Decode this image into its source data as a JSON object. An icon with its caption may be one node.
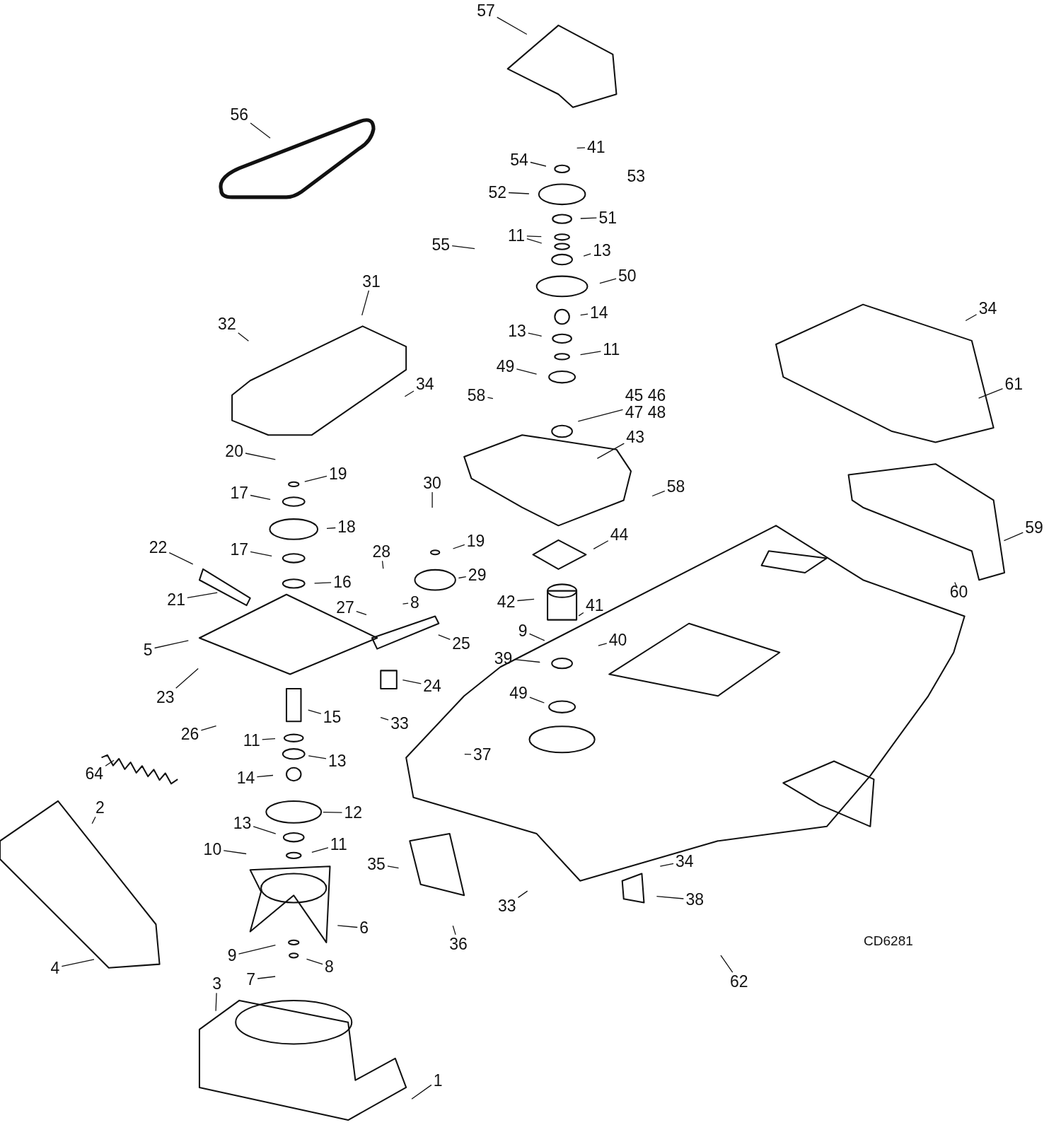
{
  "diagram": {
    "nodes": [
      {
        "text": [
          "57"
        ]
      },
      {
        "text": [
          "56"
        ]
      },
      {
        "text": [
          "41"
        ]
      },
      {
        "text": [
          "54"
        ]
      },
      {
        "text": [
          "53"
        ]
      },
      {
        "text": [
          "52"
        ]
      },
      {
        "text": [
          "51"
        ]
      },
      {
        "text": [
          "11"
        ]
      },
      {
        "text": [
          "55"
        ]
      },
      {
        "text": [
          "13"
        ]
      },
      {
        "text": [
          "50"
        ]
      },
      {
        "text": [
          "31"
        ]
      },
      {
        "text": [
          "14"
        ]
      },
      {
        "text": [
          "32"
        ]
      },
      {
        "text": [
          "13"
        ]
      },
      {
        "text": [
          "11"
        ]
      },
      {
        "text": [
          "34"
        ]
      },
      {
        "text": [
          "61"
        ]
      },
      {
        "text": [
          "49"
        ]
      },
      {
        "text": [
          "34"
        ]
      },
      {
        "text": [
          "58"
        ]
      },
      {
        "text": [
          "45 46 47 48"
        ]
      },
      {
        "text": [
          "43"
        ]
      },
      {
        "text": [
          "20"
        ]
      },
      {
        "text": [
          "19"
        ]
      },
      {
        "text": [
          "58"
        ]
      },
      {
        "text": [
          "17"
        ]
      },
      {
        "text": [
          "30"
        ]
      },
      {
        "text": [
          "18"
        ]
      },
      {
        "text": [
          "44"
        ]
      },
      {
        "text": [
          "59"
        ]
      },
      {
        "text": [
          "22"
        ]
      },
      {
        "text": [
          "17"
        ]
      },
      {
        "text": [
          "19"
        ]
      },
      {
        "text": [
          "28"
        ]
      },
      {
        "text": [
          "29"
        ]
      },
      {
        "text": [
          "60"
        ]
      },
      {
        "text": [
          "16"
        ]
      },
      {
        "text": [
          "42"
        ]
      },
      {
        "text": [
          "41"
        ]
      },
      {
        "text": [
          "21"
        ]
      },
      {
        "text": [
          "8"
        ]
      },
      {
        "text": [
          "27"
        ]
      },
      {
        "text": [
          "5"
        ]
      },
      {
        "text": [
          "25"
        ]
      },
      {
        "text": [
          "9"
        ]
      },
      {
        "text": [
          "40"
        ]
      },
      {
        "text": [
          "39"
        ]
      },
      {
        "text": [
          "23"
        ]
      },
      {
        "text": [
          "24"
        ]
      },
      {
        "text": [
          "49"
        ]
      },
      {
        "text": [
          "15"
        ]
      },
      {
        "text": [
          "26"
        ]
      },
      {
        "text": [
          "33"
        ]
      },
      {
        "text": [
          "11"
        ]
      },
      {
        "text": [
          "37"
        ]
      },
      {
        "text": [
          "13"
        ]
      },
      {
        "text": [
          "64"
        ]
      },
      {
        "text": [
          "14"
        ]
      },
      {
        "text": [
          "12"
        ]
      },
      {
        "text": [
          "2"
        ]
      },
      {
        "text": [
          "13"
        ]
      },
      {
        "text": [
          "10"
        ]
      },
      {
        "text": [
          "11"
        ]
      },
      {
        "text": [
          "35"
        ]
      },
      {
        "text": [
          "34"
        ]
      },
      {
        "text": [
          "38"
        ]
      },
      {
        "text": [
          "33"
        ]
      },
      {
        "text": [
          "6"
        ]
      },
      {
        "text": [
          "9"
        ]
      },
      {
        "text": [
          "36"
        ]
      },
      {
        "text": [
          "4"
        ]
      },
      {
        "text": [
          "8"
        ]
      },
      {
        "text": [
          "62"
        ]
      },
      {
        "text": [
          "7"
        ]
      },
      {
        "text": [
          "3"
        ]
      },
      {
        "text": [
          "1"
        ]
      }
    ],
    "edges": [
      {
        "from": 0,
        "to": null,
        "arrow": "none"
      },
      {
        "from": 1,
        "to": null,
        "arrow": "none"
      },
      {
        "from": 2,
        "to": null,
        "arrow": "none"
      },
      {
        "from": 3,
        "to": null,
        "arrow": "none"
      },
      {
        "from": 5,
        "to": null,
        "arrow": "none"
      },
      {
        "from": 6,
        "to": null,
        "arrow": "none"
      },
      {
        "from": 7,
        "to": null,
        "arrow": "none"
      },
      {
        "from": 7,
        "to": null,
        "arrow": "none"
      },
      {
        "from": 8,
        "to": null,
        "arrow": "none"
      },
      {
        "from": 9,
        "to": null,
        "arrow": "none"
      },
      {
        "from": 10,
        "to": null,
        "arrow": "none"
      },
      {
        "from": 11,
        "to": null,
        "arrow": "none"
      },
      {
        "from": 12,
        "to": null,
        "arrow": "none"
      },
      {
        "from": 13,
        "to": null,
        "arrow": "none"
      },
      {
        "from": 14,
        "to": null,
        "arrow": "none"
      },
      {
        "from": 15,
        "to": null,
        "arrow": "none"
      },
      {
        "from": 16,
        "to": null,
        "arrow": "none"
      },
      {
        "from": 17,
        "to": null,
        "arrow": "none"
      },
      {
        "from": 18,
        "to": null,
        "arrow": "none"
      },
      {
        "from": 19,
        "to": null,
        "arrow": "none"
      },
      {
        "from": 20,
        "to": null,
        "arrow": "none"
      },
      {
        "from": 21,
        "to": null,
        "arrow": "none"
      },
      {
        "from": 22,
        "to": null,
        "arrow": "none"
      },
      {
        "from": 23,
        "to": null,
        "arrow": "none"
      },
      {
        "from": 24,
        "to": null,
        "arrow": "none"
      },
      {
        "from": 25,
        "to": null,
        "arrow": "none"
      },
      {
        "from": 26,
        "to": null,
        "arrow": "none"
      },
      {
        "from": 27,
        "to": null,
        "arrow": "none"
      },
      {
        "from": 28,
        "to": null,
        "arrow": "none"
      },
      {
        "from": 29,
        "to": null,
        "arrow": "none"
      },
      {
        "from": 30,
        "to": null,
        "arrow": "none"
      },
      {
        "from": 31,
        "to": null,
        "arrow": "none"
      },
      {
        "from": 32,
        "to": null,
        "arrow": "none"
      },
      {
        "from": 33,
        "to": null,
        "arrow": "none"
      },
      {
        "from": 34,
        "to": null,
        "arrow": "none"
      },
      {
        "from": 35,
        "to": null,
        "arrow": "none"
      },
      {
        "from": 36,
        "to": null,
        "arrow": "none"
      },
      {
        "from": 37,
        "to": null,
        "arrow": "none"
      },
      {
        "from": 38,
        "to": null,
        "arrow": "none"
      },
      {
        "from": 39,
        "to": null,
        "arrow": "none"
      },
      {
        "from": 40,
        "to": null,
        "arrow": "none"
      },
      {
        "from": 41,
        "to": null,
        "arrow": "none"
      },
      {
        "from": 42,
        "to": null,
        "arrow": "none"
      },
      {
        "from": 43,
        "to": null,
        "arrow": "none"
      },
      {
        "from": 44,
        "to": null,
        "arrow": "none"
      },
      {
        "from": 45,
        "to": null,
        "arrow": "none"
      },
      {
        "from": 46,
        "to": null,
        "arrow": "none"
      },
      {
        "from": 47,
        "to": null,
        "arrow": "none"
      },
      {
        "from": 48,
        "to": null,
        "arrow": "none"
      },
      {
        "from": 49,
        "to": null,
        "arrow": "none"
      },
      {
        "from": 50,
        "to": null,
        "arrow": "none"
      },
      {
        "from": 51,
        "to": null,
        "arrow": "none"
      },
      {
        "from": 52,
        "to": null,
        "arrow": "none"
      },
      {
        "from": 53,
        "to": null,
        "arrow": "none"
      },
      {
        "from": 54,
        "to": null,
        "arrow": "none"
      },
      {
        "from": 55,
        "to": null,
        "arrow": "none"
      },
      {
        "from": 56,
        "to": null,
        "arrow": "none"
      },
      {
        "from": 57,
        "to": null,
        "arrow": "none"
      },
      {
        "from": 58,
        "to": null,
        "arrow": "none"
      },
      {
        "from": 59,
        "to": null,
        "arrow": "none"
      },
      {
        "from": 60,
        "to": null,
        "arrow": "none"
      },
      {
        "from": 61,
        "to": null,
        "arrow": "none"
      },
      {
        "from": 62,
        "to": null,
        "arrow": "none"
      },
      {
        "from": 63,
        "to": null,
        "arrow": "none"
      },
      {
        "from": 64,
        "to": null,
        "arrow": "none"
      },
      {
        "from": 65,
        "to": null,
        "arrow": "none"
      },
      {
        "from": 66,
        "to": null,
        "arrow": "none"
      },
      {
        "from": 67,
        "to": null,
        "arrow": "none"
      },
      {
        "from": 68,
        "to": null,
        "arrow": "none"
      },
      {
        "from": 69,
        "to": null,
        "arrow": "none"
      },
      {
        "from": 70,
        "to": null,
        "arrow": "none"
      },
      {
        "from": 71,
        "to": null,
        "arrow": "none"
      },
      {
        "from": 72,
        "to": null,
        "arrow": "none"
      },
      {
        "from": 73,
        "to": null,
        "arrow": "none"
      },
      {
        "from": 74,
        "to": null,
        "arrow": "none"
      },
      {
        "from": 75,
        "to": null,
        "arrow": "none"
      },
      {
        "from": 76,
        "to": null,
        "arrow": "none"
      }
    ],
    "labels": [
      "CD6281"
    ]
  }
}
